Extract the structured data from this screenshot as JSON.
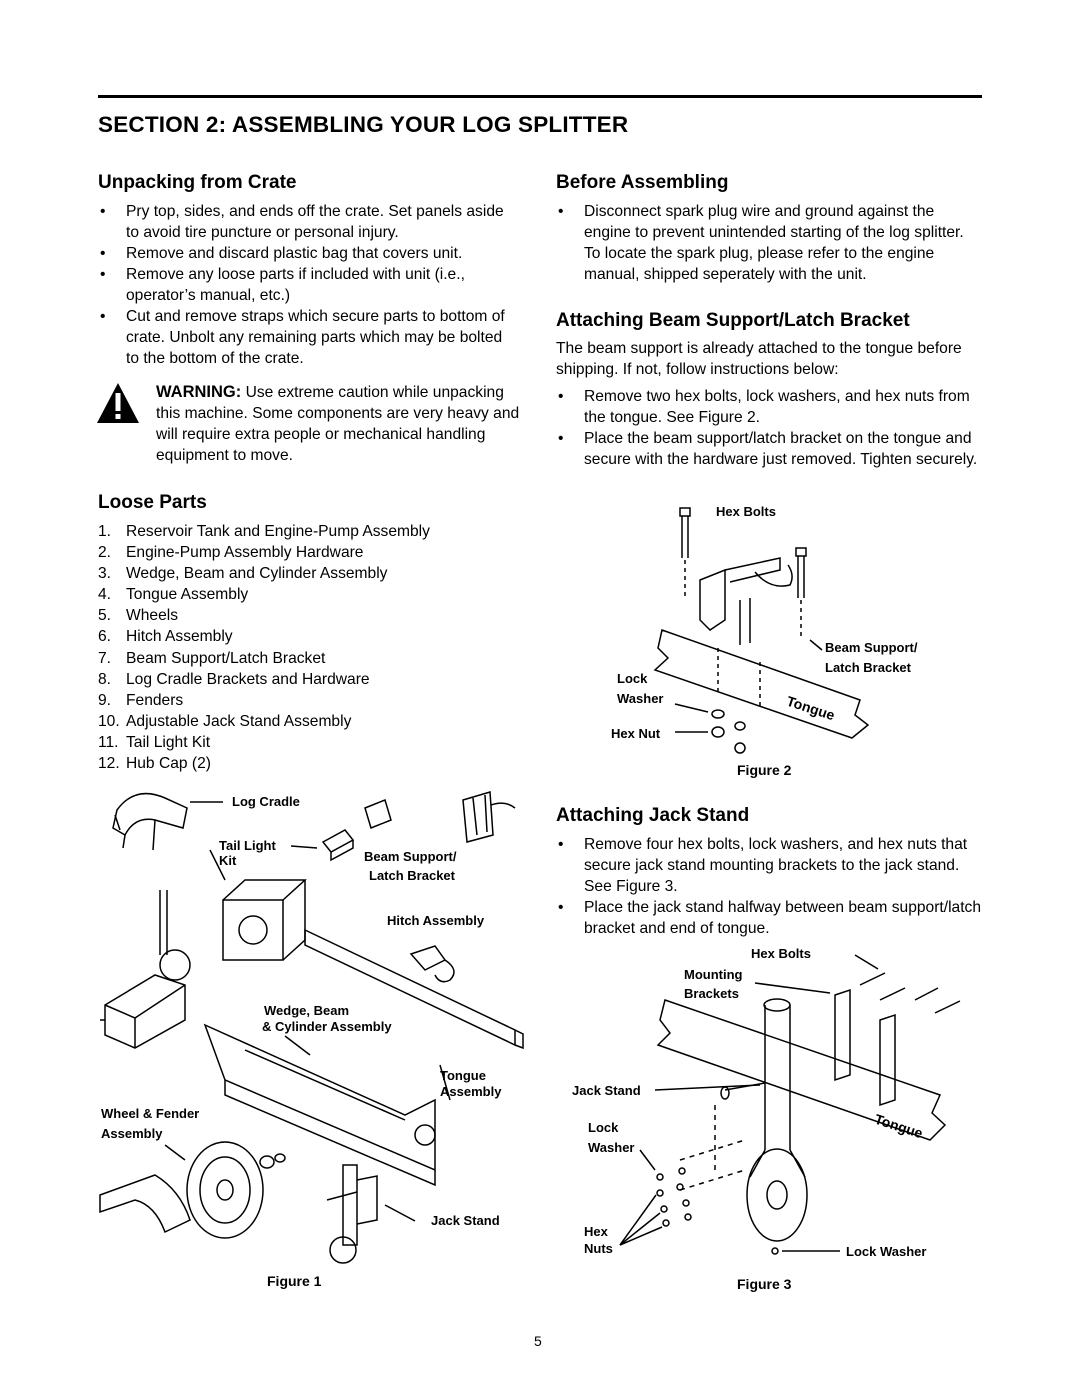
{
  "section_title": "SECTION 2: ASSEMBLING YOUR LOG SPLITTER",
  "unpacking": {
    "heading": "Unpacking from Crate",
    "bullets": [
      "Pry top, sides, and ends off the crate. Set panels aside to avoid tire puncture or personal injury.",
      "Remove and discard plastic bag that covers unit.",
      "Remove any loose parts if included with unit (i.e., operator’s manual, etc.)",
      "Cut and remove straps which secure parts to bottom of crate. Unbolt any remaining parts which may be bolted to the bottom of the crate."
    ],
    "warning_label": "WARNING:",
    "warning_text": " Use extreme caution while unpacking this machine. Some components are very heavy and will require extra people or mechanical handling equipment to move.",
    "warning_icon": "warning-triangle-icon"
  },
  "loose_parts": {
    "heading": "Loose Parts",
    "items": [
      {
        "num": "1.",
        "text": "Reservoir Tank and Engine-Pump Assembly"
      },
      {
        "num": "2.",
        "text": "Engine-Pump Assembly Hardware"
      },
      {
        "num": "3.",
        "text": "Wedge, Beam and Cylinder Assembly"
      },
      {
        "num": "4.",
        "text": "Tongue Assembly"
      },
      {
        "num": "5.",
        "text": "Wheels"
      },
      {
        "num": "6.",
        "text": "Hitch Assembly"
      },
      {
        "num": "7.",
        "text": "Beam Support/Latch Bracket"
      },
      {
        "num": "8.",
        "text": "Log Cradle Brackets and Hardware"
      },
      {
        "num": "9.",
        "text": "Fenders"
      },
      {
        "num": "10.",
        "text": "Adjustable Jack Stand Assembly"
      },
      {
        "num": "11.",
        "text": "Tail Light Kit"
      },
      {
        "num": "12.",
        "text": "Hub Cap (2)"
      }
    ]
  },
  "figure1": {
    "caption": "Figure 1",
    "labels": {
      "log_cradle": "Log Cradle",
      "tail_light_1": "Tail Light",
      "tail_light_2": "Kit",
      "beam_support_1": "Beam Support/",
      "beam_support_2": "Latch Bracket",
      "hitch": "Hitch Assembly",
      "wedge_1": "Wedge, Beam",
      "wedge_2": "& Cylinder Assembly",
      "tongue_1": "Tongue",
      "tongue_2": "Assembly",
      "wheel_1": "Wheel & Fender",
      "wheel_2": "Assembly",
      "jack_stand": "Jack Stand"
    }
  },
  "before_assembling": {
    "heading": "Before Assembling",
    "bullets": [
      "Disconnect spark plug wire and ground against the engine to prevent unintended starting of the log splitter. To locate the spark plug, please refer to the engine manual, shipped seperately with the unit."
    ]
  },
  "beam_support": {
    "heading": "Attaching Beam Support/Latch Bracket",
    "intro": "The beam support is already attached to the tongue before shipping. If not, follow instructions below:",
    "bullets": [
      "Remove two hex bolts, lock washers, and hex nuts from the tongue. See Figure 2.",
      "Place the beam support/latch bracket on the tongue and secure with the hardware just removed. Tighten securely."
    ]
  },
  "figure2": {
    "caption": "Figure 2",
    "labels": {
      "hex_bolts": "Hex Bolts",
      "beam_support_1": "Beam Support/",
      "beam_support_2": "Latch Bracket",
      "lock": "Lock",
      "washer": "Washer",
      "hex_nut": "Hex Nut",
      "tongue": "Tongue"
    }
  },
  "jack_stand": {
    "heading": "Attaching Jack Stand",
    "bullets": [
      "Remove four hex bolts, lock washers, and hex nuts that secure jack stand mounting brackets to the jack stand. See Figure 3.",
      "Place the jack stand halfway between beam support/latch bracket and end of tongue."
    ]
  },
  "figure3": {
    "caption": "Figure 3",
    "labels": {
      "hex_bolts": "Hex Bolts",
      "mounting": "Mounting",
      "brackets": "Brackets",
      "jack_stand": "Jack Stand",
      "lock": "Lock",
      "washer": "Washer",
      "hex": "Hex",
      "nuts": "Nuts",
      "lock_washer": "Lock Washer",
      "tongue": "Tongue"
    }
  },
  "page_number": "5"
}
